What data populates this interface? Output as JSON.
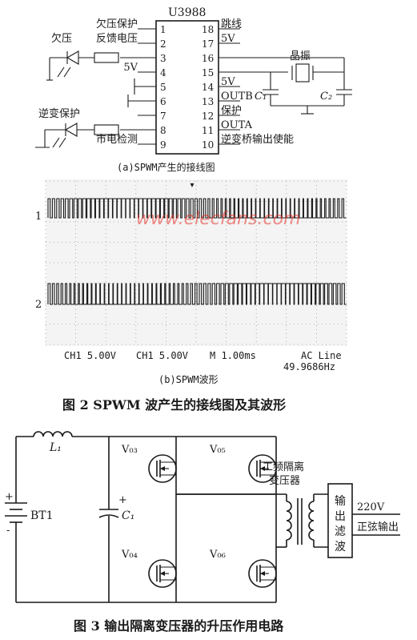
{
  "colors": {
    "ink": "#1a1a1a",
    "paper": "#ffffff",
    "scope_bg": "#f4f4f4",
    "watermark": "#e8332a"
  },
  "figure2": {
    "chip_name": "U3988",
    "left_pins": [
      {
        "num": "1",
        "label": "欠压保护"
      },
      {
        "num": "2",
        "label": "反馈电压"
      },
      {
        "num": "3",
        "label": ""
      },
      {
        "num": "4",
        "label": "5V"
      },
      {
        "num": "5",
        "label": ""
      },
      {
        "num": "6",
        "label": ""
      },
      {
        "num": "7",
        "label": ""
      },
      {
        "num": "8",
        "label": ""
      },
      {
        "num": "9",
        "label": "市电检测"
      }
    ],
    "right_pins": [
      {
        "num": "18",
        "label": "跳线"
      },
      {
        "num": "17",
        "label": "5V"
      },
      {
        "num": "16",
        "label": ""
      },
      {
        "num": "15",
        "label": ""
      },
      {
        "num": "14",
        "label": "5V"
      },
      {
        "num": "13",
        "label": "OUTB"
      },
      {
        "num": "12",
        "label": "保护"
      },
      {
        "num": "11",
        "label": "OUTA"
      },
      {
        "num": "10",
        "label": "逆变桥输出使能"
      }
    ],
    "led_undervoltage": "欠压",
    "led_inverter_protect": "逆变保护",
    "crystal_label": "晶振",
    "c1_label": "C₁",
    "c2_label": "C₂",
    "caption_a": "(a)SPWM产生的接线图",
    "scope": {
      "ch1_marker": "1",
      "ch2_marker": "2",
      "status_ch1": "CH1  5.00V",
      "status_ch2": "CH1  5.00V",
      "status_time": "M 1.00ms",
      "status_trigger": "AC Line",
      "status_freq": "49.9686Hz",
      "trigger_mark": "▾"
    },
    "watermark": "www.elecfans.com",
    "caption_b": "(b)SPWM波形",
    "title": "图 2   SPWM 波产生的接线图及其波形"
  },
  "figure3": {
    "inductor_label": "L₁",
    "battery_label": "BT1",
    "cap_label": "C₁",
    "plus_sign": "+",
    "minus_sign": "-",
    "q3_label": "V₀₃",
    "q4_label": "V₀₄",
    "q5_label": "V₀₅",
    "q6_label": "V₀₆",
    "transformer_label_line1": "工频隔离",
    "transformer_label_line2": "变压器",
    "filter_label": "输出滤波",
    "output_line1": "220V",
    "output_line2": "正弦输出",
    "title": "图 3   输出隔离变压器的升压作用电路"
  }
}
